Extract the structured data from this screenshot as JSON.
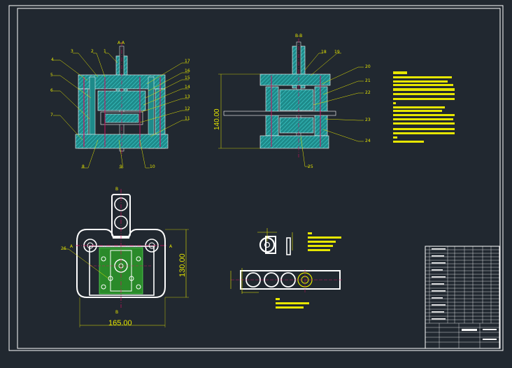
{
  "colors": {
    "background": "#212830",
    "frame": "#ffffff",
    "section_fill": "#1e8a8a",
    "hatch": "#3fd0d0",
    "annotation": "#e6e600",
    "centerline": "#d01060",
    "outline": "#ffffff",
    "plate": "#2a8a2a"
  },
  "views": {
    "section_aa_label": "A-A",
    "section_bb_label": "B-B",
    "view_b_top": "B",
    "view_b_bottom": "B",
    "view_a_left": "A",
    "view_a_right": "A"
  },
  "part_numbers": {
    "n1": "1",
    "n2": "2",
    "n3": "3",
    "n4": "4",
    "n5": "5",
    "n6": "6",
    "n7": "7",
    "n8": "8",
    "n9": "9",
    "n10": "10",
    "n11": "11",
    "n12": "12",
    "n13": "13",
    "n14": "14",
    "n15": "15",
    "n16": "16",
    "n17": "17",
    "n18": "18",
    "n19": "19",
    "n20": "20",
    "n21": "21",
    "n22": "22",
    "n23": "23",
    "n24": "24",
    "n25": "25",
    "n26": "26"
  },
  "dimensions": {
    "height_dim": "140.00",
    "width_dim": "165.00",
    "depth_dim": "130.00"
  }
}
